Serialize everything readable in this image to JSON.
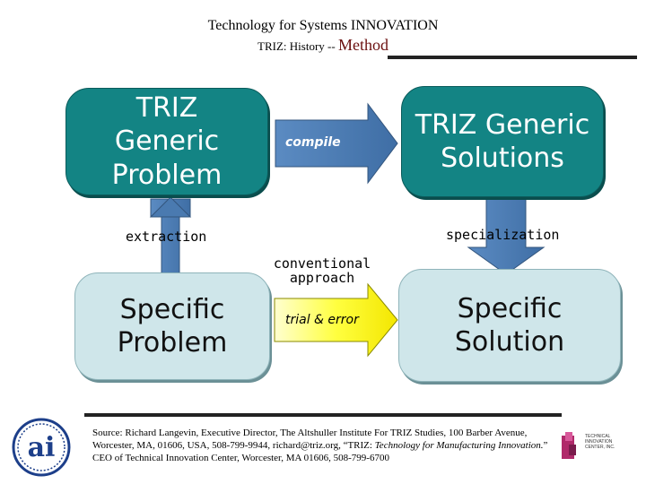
{
  "header": {
    "title": "Technology for Systems INNOVATION",
    "subtitle_prefix": "TRIZ: History --",
    "subtitle_main": "Method"
  },
  "diagram": {
    "generic_problem": "TRIZ Generic Problem",
    "generic_solutions": "TRIZ Generic Solutions",
    "specific_problem": "Specific Problem",
    "specific_solution": "Specific Solution",
    "compile_label": "compile",
    "extraction_label": "extraction",
    "specialization_label": "specialization",
    "conventional_label": "conventional approach",
    "trial_label": "trial & error"
  },
  "footer": {
    "source_1": "Source:  Richard Langevin, Executive Director, The Altshuller Institute For TRIZ Studies, 100 Barber Avenue, Worcester, MA, 01606, USA, 508-799-9944, richard@triz.org, “TRIZ: ",
    "source_italic": "Technology for Manufacturing Innovation.",
    "source_2": "” CEO of Technical Innovation Center, Worcester, MA 01606, 508-799-6700",
    "logo_left_text": "ai",
    "logo_right_text": "TECHNICAL INNOVATION CENTER, INC."
  },
  "colors": {
    "teal": "#138484",
    "light_box": "#cfe6ea",
    "blue_arrow": "#4a7ab0",
    "yellow_arrow": "#ffff00"
  }
}
